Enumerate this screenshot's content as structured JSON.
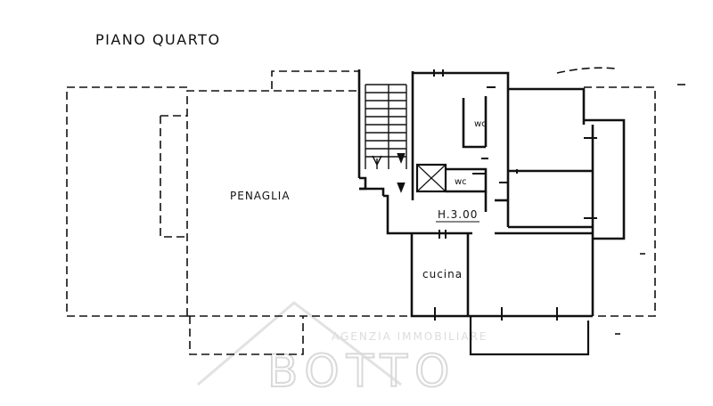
{
  "plan": {
    "title": "PIANO QUARTO",
    "rooms": {
      "terrace": "PENAGLIA",
      "wc_upper": "wc",
      "wc_lower": "wc",
      "height": "H.3.00",
      "kitchen": "cucina"
    }
  },
  "watermark": {
    "agency_line": "AGENZIA IMMOBILIARE",
    "brand": "BOTTO"
  },
  "colors": {
    "ink": "#111111",
    "watermark": "#d9d9d9"
  }
}
